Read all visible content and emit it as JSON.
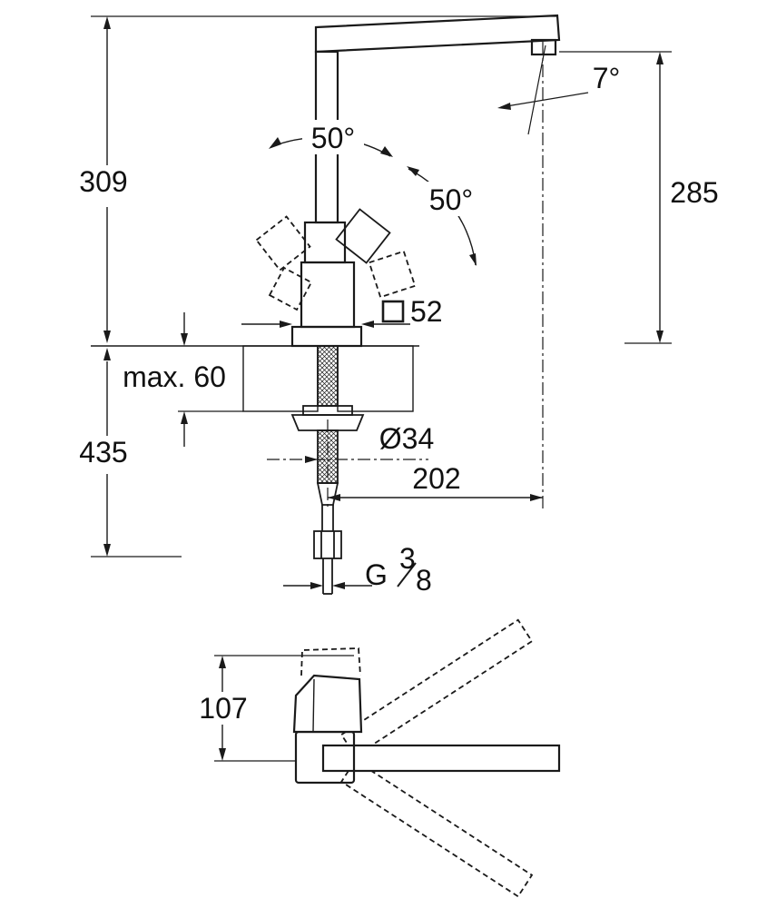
{
  "drawing": {
    "labels": {
      "height_above_deck": "309",
      "outlet_height": "285",
      "outlet_angle": "7°",
      "handle_angle_left": "50°",
      "handle_angle_right": "50°",
      "body_square_size": "52",
      "max_deck_thickness": "max. 60",
      "below_deck_length": "435",
      "shank_diameter": "Ø34",
      "spout_reach": "202",
      "thread_letter": "G",
      "thread_numerator": "3",
      "thread_denominator": "8",
      "top_view_handle_depth": "107"
    }
  }
}
